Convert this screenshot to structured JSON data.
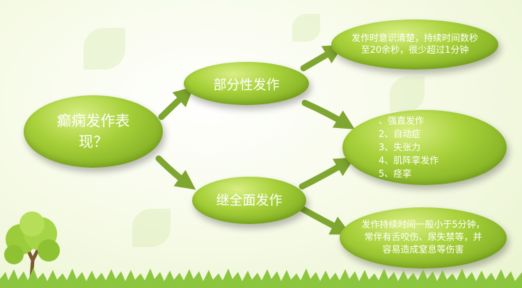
{
  "diagram": {
    "root": "癫痫发作表现？",
    "partial": "部分性发作",
    "general": "继全面发作",
    "partial_detail": "发作时意识清楚，持续时间数秒至20余秒，很少超过1分钟",
    "general_types": [
      "、强直发作",
      "2、自动症",
      "3、失张力",
      "4、肌阵挛发作",
      "5、痉挛"
    ],
    "general_detail": "发作持续时间一般小于5分钟，常伴有舌咬伤、尿失禁等，并容易造成窒息等伤害"
  },
  "colors": {
    "node_light": "#d9ee85",
    "node_mid": "#a8d13a",
    "node_dark": "#6f9e18",
    "arrow": "#7fa630",
    "text": "#ffffff",
    "grass": "#8cc63f",
    "tree_leaves": "#9ccc3c"
  }
}
